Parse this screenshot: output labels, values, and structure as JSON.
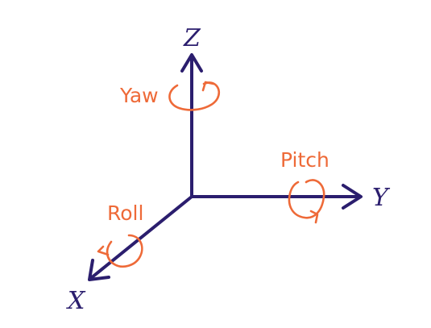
{
  "colors": {
    "axis": "#2B1E6E",
    "rotation": "#EE6A38",
    "background": "#FFFFFF"
  },
  "axes": {
    "z": "Z",
    "y": "Y",
    "x": "X"
  },
  "rotations": {
    "yaw": "Yaw",
    "pitch": "Pitch",
    "roll": "Roll"
  }
}
